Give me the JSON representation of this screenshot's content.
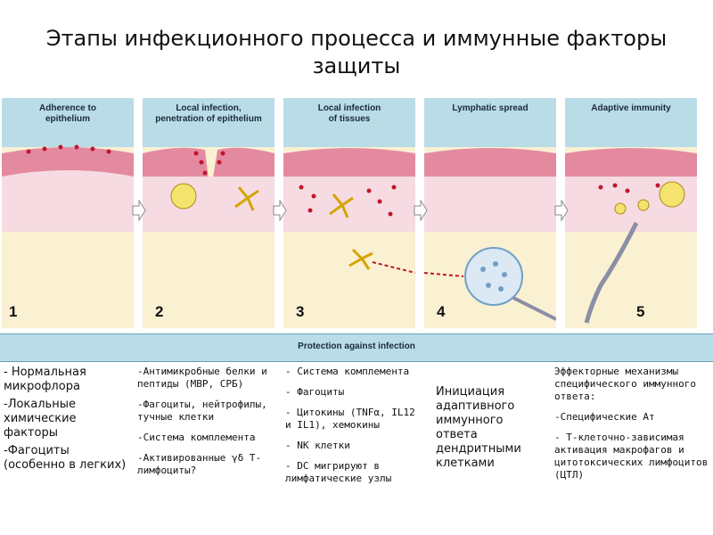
{
  "title": "Этапы инфекционного процесса и иммунные факторы защиты",
  "colors": {
    "panel_bg": "#b9dce7",
    "tissue": "#e48aa0",
    "bacteria": "#c0162c",
    "lower_tissue": "#faf1d2"
  },
  "panels": [
    {
      "label": "Adherence to\nepithelium",
      "number": "1"
    },
    {
      "label": "Local infection,\npenetration of epithelium",
      "number": "2"
    },
    {
      "label": "Local infection\nof tissues",
      "number": "3"
    },
    {
      "label": "Lymphatic spread",
      "number": "4"
    },
    {
      "label": "Adaptive immunity",
      "number": "5"
    }
  ],
  "protection_bar": "Protection against infection",
  "columns": {
    "c1": [
      "- Нормальная микрофлора",
      "-Локальные химические факторы",
      "-Фагоциты (особенно в легких)"
    ],
    "c2": [
      "-Антимикробные белки и пептиды (МВР, СРБ)",
      "-Фагоциты, нейтрофилы, тучные клетки",
      "-Система комплемента",
      "-Активированные γδ Т-лимфоциты?"
    ],
    "c3": [
      "- Система комплемента",
      "- Фагоциты",
      "- Цитокины (TNFα, IL12 и IL1), хемокины",
      "- NK клетки",
      "- DC мигрируют в лимфатические узлы"
    ],
    "c4": [
      "Инициация адаптивного иммунного ответа дендритными клетками"
    ],
    "c5": [
      "Эффекторные механизмы специфического иммунного ответа:",
      "-Специфические Ат",
      "- Т-клеточно-зависимая активация макрофагов и цитотоксических лимфоцитов (ЦТЛ)"
    ]
  }
}
